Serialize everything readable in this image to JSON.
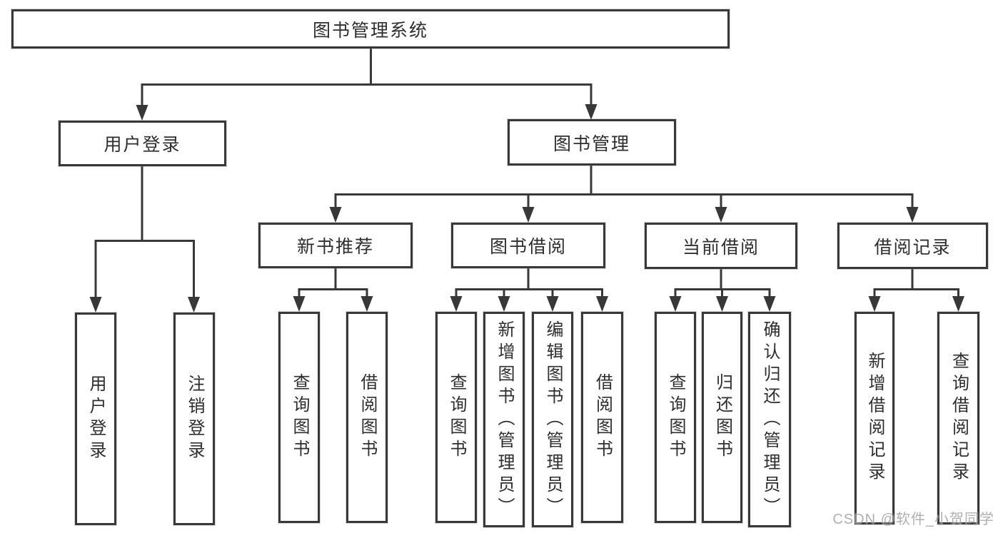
{
  "diagram": {
    "root": "图书管理系统",
    "level2": {
      "user_login": "用户登录",
      "book_manage": "图书管理"
    },
    "level3": {
      "new_book_recommend": "新书推荐",
      "book_borrow": "图书借阅",
      "current_borrow": "当前借阅",
      "borrow_records": "借阅记录"
    },
    "leaves": {
      "user_login": "用户登录",
      "logout": "注销登录",
      "recommend_query_book": "查询图书",
      "recommend_borrow_book": "借阅图书",
      "borrow_query_book": "查询图书",
      "borrow_add_book_admin": "新增图书（管理员）",
      "borrow_edit_book_admin": "编辑图书（管理员）",
      "borrow_borrow_book": "借阅图书",
      "current_query_book": "查询图书",
      "current_return_book": "归还图书",
      "current_confirm_return_admin": "确认归还（管理员）",
      "records_add_record": "新增借阅记录",
      "records_query_record": "查询借阅记录"
    }
  },
  "watermark": "CSDN @软件_小贺同学"
}
